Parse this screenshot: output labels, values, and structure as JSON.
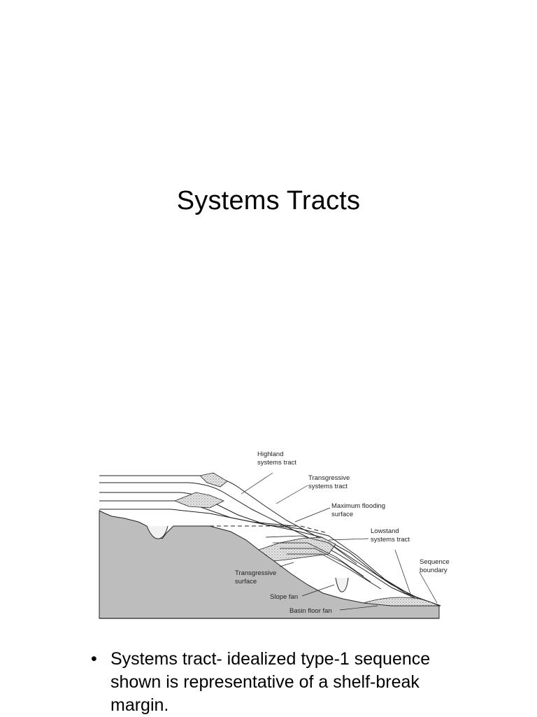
{
  "slide": {
    "title": "Systems Tracts"
  },
  "diagram": {
    "labels": {
      "highland_line1": "Highland",
      "highland_line2": "systems tract",
      "transgressive_line1": "Transgressive",
      "transgressive_line2": "systems tract",
      "mfs_line1": "Maximum flooding",
      "mfs_line2": "surface",
      "lowstand_line1": "Lowstand",
      "lowstand_line2": "systems tract",
      "sequence_line1": "Sequence",
      "sequence_line2": "boundary",
      "ts_line1": "Transgressive",
      "ts_line2": "surface",
      "slope_fan": "Slope fan",
      "basin_floor_fan": "Basin floor fan"
    }
  },
  "bullets": [
    {
      "marker": "•",
      "text": "Systems tract- idealized type-1 sequence shown is representative of a shelf-break margin."
    }
  ]
}
